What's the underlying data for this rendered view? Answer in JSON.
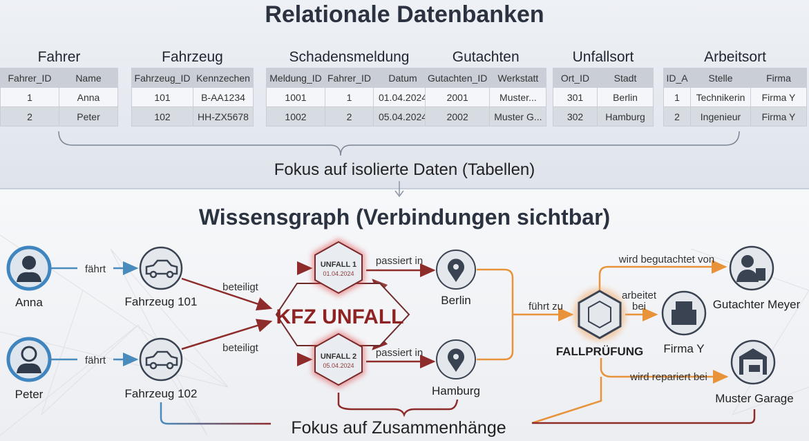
{
  "top": {
    "title": "Relationale Datenbanken",
    "caption": "Fokus auf isolierte Daten (Tabellen)",
    "tables": [
      {
        "title": "Fahrer",
        "headers": [
          "Fahrer_ID",
          "Name"
        ],
        "rows": [
          [
            "1",
            "Anna"
          ],
          [
            "2",
            "Peter"
          ]
        ]
      },
      {
        "title": "Fahrzeug",
        "headers": [
          "Fahrzeug_ID",
          "Kennzechen"
        ],
        "rows": [
          [
            "101",
            "B-AA1234"
          ],
          [
            "102",
            "HH-ZX5678"
          ]
        ]
      },
      {
        "title": "Schadensmeldung",
        "headers": [
          "Meldung_ID",
          "Fahrer_ID",
          "Datum"
        ],
        "rows": [
          [
            "1001",
            "1",
            "01.04.2024"
          ],
          [
            "1002",
            "2",
            "05.04.2024"
          ]
        ]
      },
      {
        "title": "Gutachten",
        "headers": [
          "Gutachten_ID",
          "Werkstatt"
        ],
        "rows": [
          [
            "2001",
            "Muster..."
          ],
          [
            "2002",
            "Muster G..."
          ]
        ]
      },
      {
        "title": "Unfallsort",
        "headers": [
          "Ort_ID",
          "Stadt"
        ],
        "rows": [
          [
            "301",
            "Berlin"
          ],
          [
            "302",
            "Hamburg"
          ]
        ]
      },
      {
        "title": "Arbeitsort",
        "headers": [
          "ID_A",
          "Stelle",
          "Firma"
        ],
        "rows": [
          [
            "1",
            "Technikerin",
            "Firma Y"
          ],
          [
            "2",
            "Ingenieur",
            "Firma Y"
          ]
        ]
      }
    ]
  },
  "graph": {
    "title": "Wissensgraph (Verbindungen sichtbar)",
    "caption": "Fokus auf Zusammenhänge",
    "nodes": {
      "anna": "Anna",
      "peter": "Peter",
      "car1": "Fahrzeug 101",
      "car2": "Fahrzeug 102",
      "unfall1": "UNFALL 1",
      "unfall1_date": "01.04.2024",
      "unfall2": "UNFALL 2",
      "unfall2_date": "05.04.2024",
      "center": "KFZ UNFALL",
      "berlin": "Berlin",
      "hamburg": "Hamburg",
      "fall": "FALLPRÜFUNG",
      "gutachter": "Gutachter Meyer",
      "firma": "Firma Y",
      "garage": "Muster Garage"
    },
    "edges": {
      "faehrt": "fährt",
      "beteiligt": "beteiligt",
      "passiert": "passiert in",
      "fuehrt": "führt zu",
      "begutachtet": "wird begutachtet von",
      "arbeitet1": "arbeitet",
      "arbeitet2": "bei",
      "repariert": "wird repariert bei"
    },
    "colors": {
      "blue": "#4a8bbd",
      "red": "#8e2b2b",
      "orange": "#e8923a",
      "dark": "#3a4352"
    }
  }
}
